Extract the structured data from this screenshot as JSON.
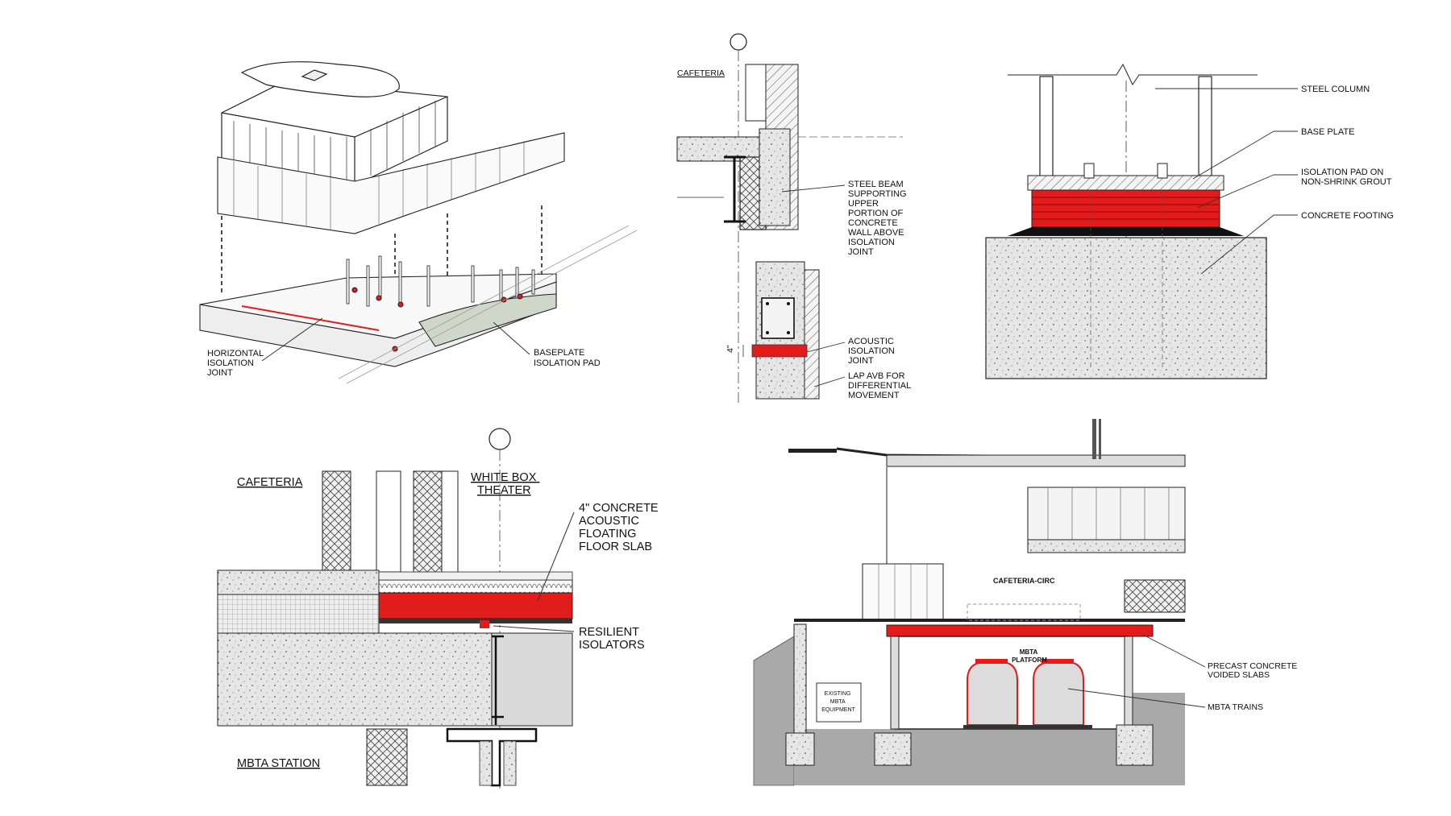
{
  "colors": {
    "isolation_red": "#e21b1b",
    "concrete_fill": "#dcdcdc",
    "line": "#1a1a1a",
    "ground_gray": "#a9a9a9",
    "background": "#ffffff"
  },
  "panel_axonometric": {
    "labels": {
      "horizontal_joint": [
        "HORIZONTAL",
        "ISOLATION",
        "JOINT"
      ],
      "baseplate_pad": [
        "BASEPLATE",
        "ISOLATION PAD"
      ]
    }
  },
  "panel_wall_section": {
    "room_label": "CAFETERIA",
    "dimension": "4\"",
    "labels": {
      "steel_beam": [
        "STEEL BEAM",
        "SUPPORTING",
        "UPPER",
        "PORTION OF",
        "CONCRETE",
        "WALL ABOVE",
        "ISOLATION",
        "JOINT"
      ],
      "acoustic_joint": [
        "ACOUSTIC",
        "ISOLATION",
        "JOINT"
      ],
      "lap_avb": [
        "LAP AVB FOR",
        "DIFFERENTIAL",
        "MOVEMENT"
      ]
    }
  },
  "panel_column_base": {
    "labels": {
      "steel_column": "STEEL COLUMN",
      "base_plate": "BASE PLATE",
      "isolation_pad": [
        "ISOLATION PAD ON",
        "NON-SHRINK GROUT"
      ],
      "concrete_footing": "CONCRETE FOOTING"
    }
  },
  "panel_floor_slab": {
    "rooms": {
      "cafeteria": "CAFETERIA",
      "theater": [
        "WHITE BOX",
        "THEATER"
      ],
      "station": "MBTA STATION"
    },
    "labels": {
      "floating_slab": [
        "4\" CONCRETE",
        "ACOUSTIC",
        "FLOATING",
        "FLOOR SLAB"
      ],
      "isolators": [
        "RESILIENT",
        "ISOLATORS"
      ]
    }
  },
  "panel_building_section": {
    "labels": {
      "cafeteria_circ": "CAFETERIA-CIRC",
      "platform": [
        "MBTA",
        "PLATFORM"
      ],
      "equipment": [
        "EXISTING",
        "MBTA",
        "EQUIPMENT"
      ],
      "precast": [
        "PRECAST CONCRETE",
        "VOIDED SLABS"
      ],
      "trains": "MBTA TRAINS"
    }
  }
}
